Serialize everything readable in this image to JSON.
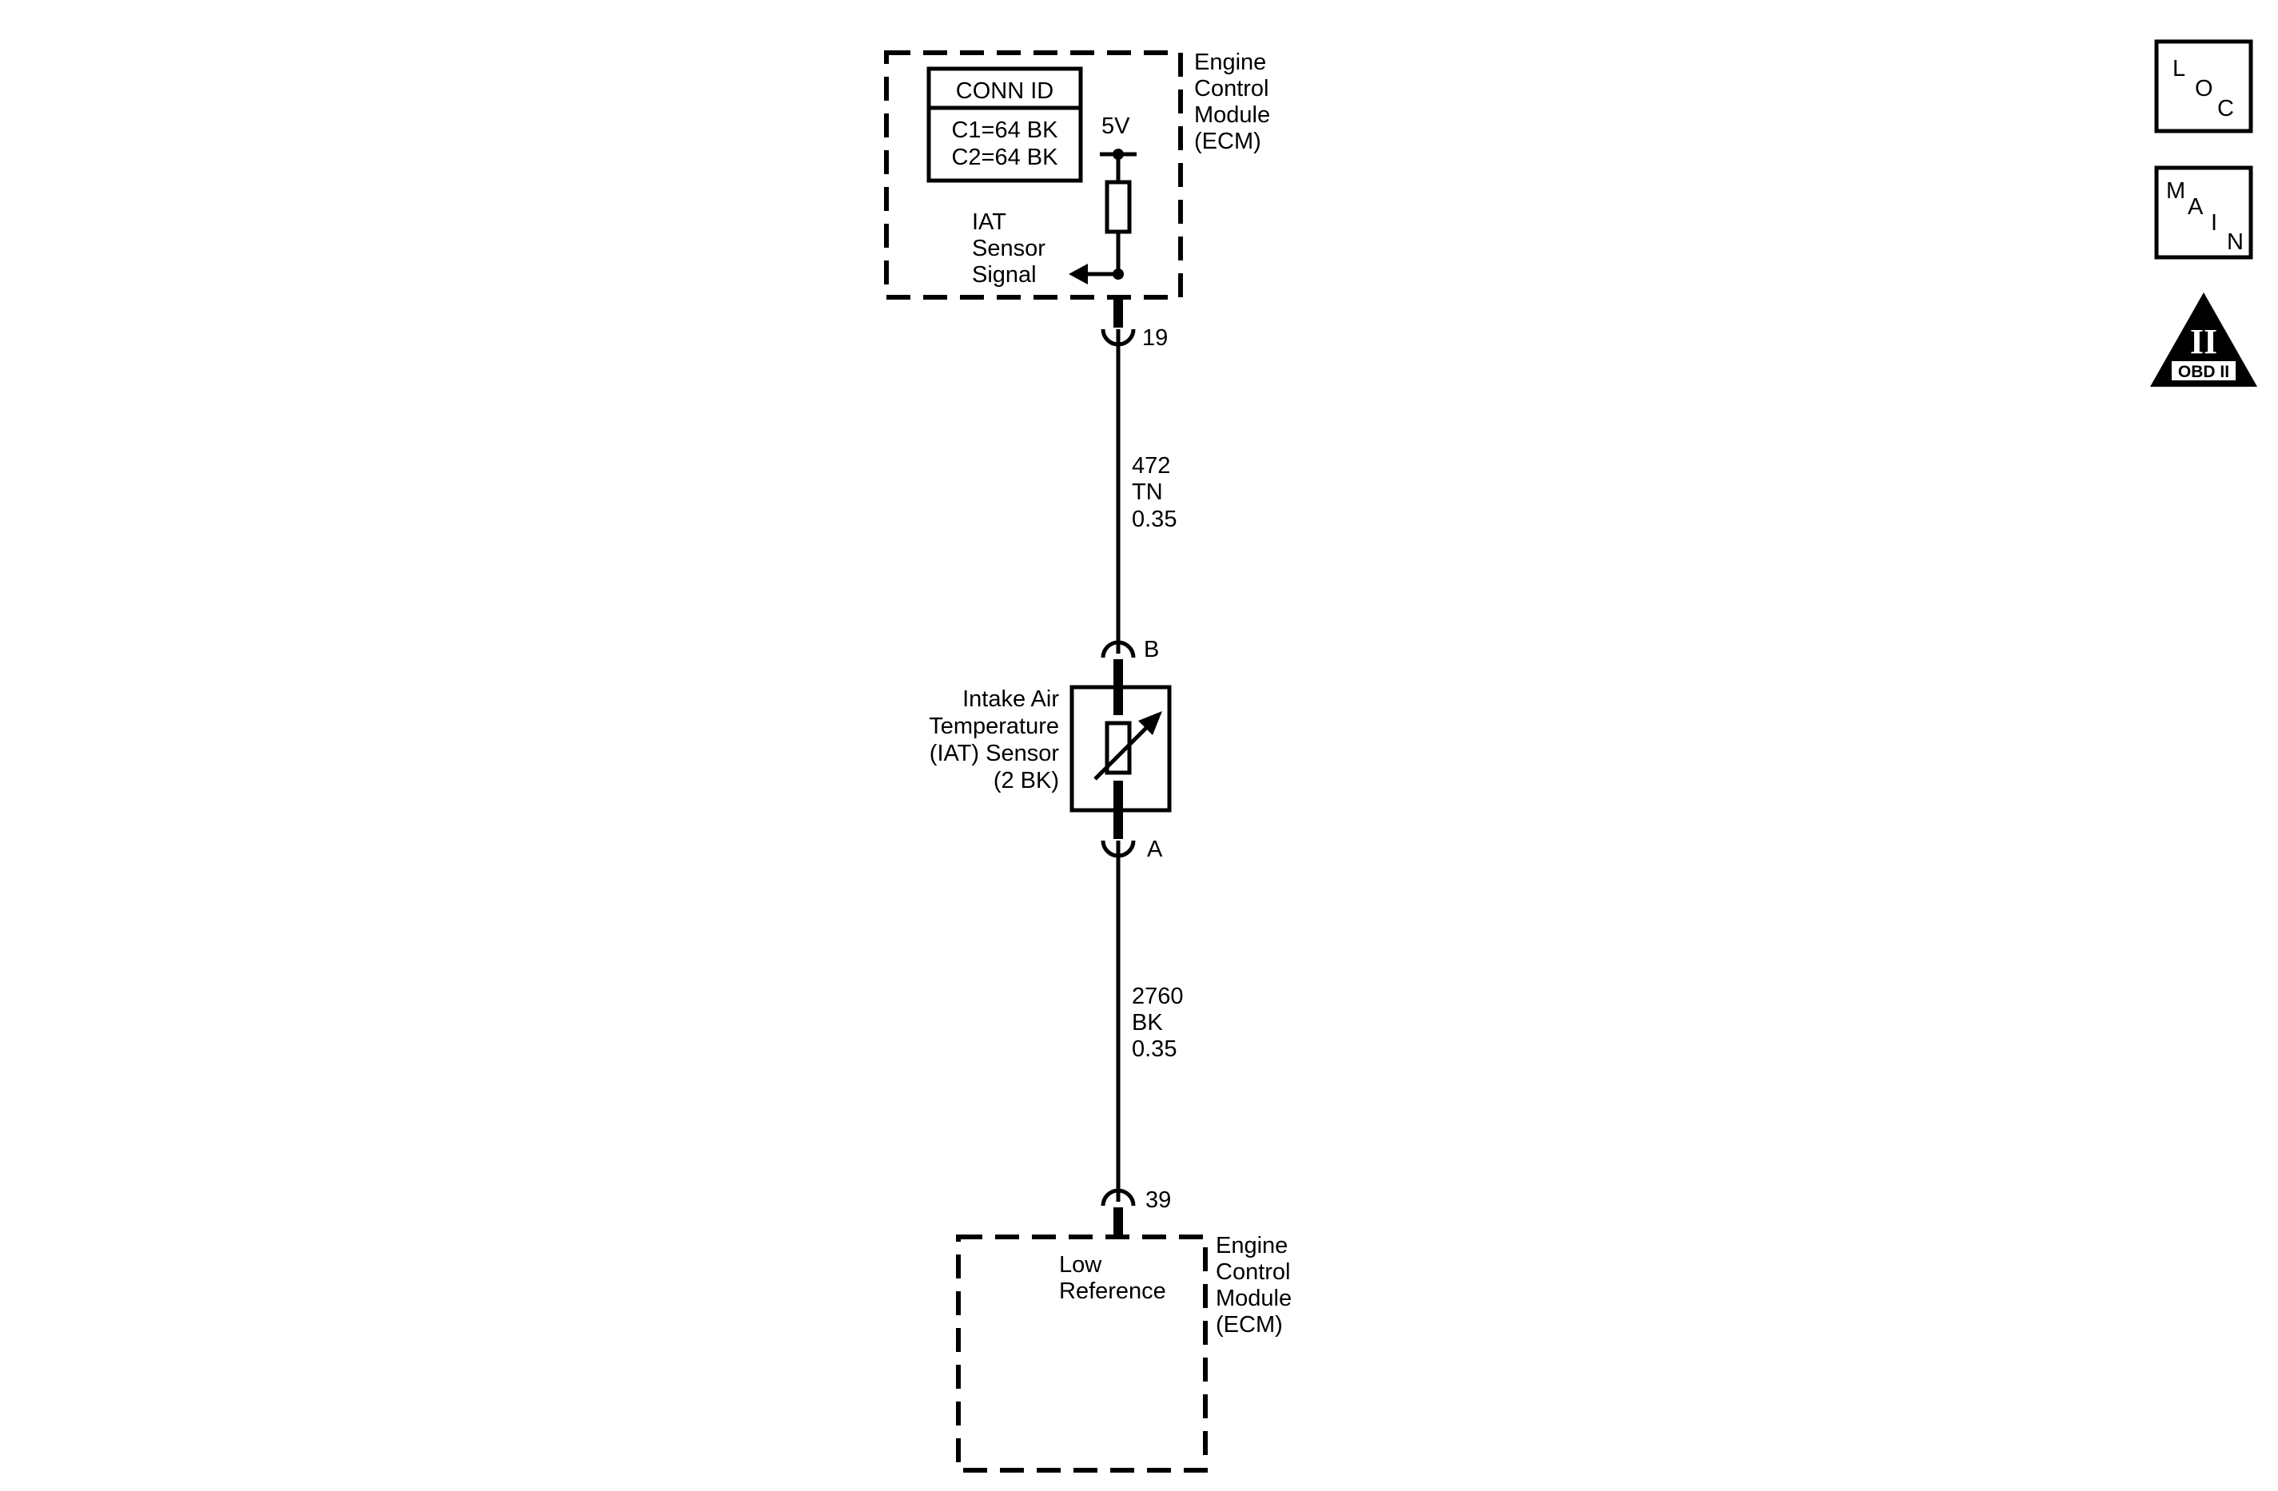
{
  "ecm_top": {
    "name": [
      "Engine",
      "Control",
      "Module",
      "(ECM)"
    ],
    "conn_id": {
      "title": "CONN ID",
      "lines": [
        "C1=64 BK",
        "C2=64 BK"
      ]
    },
    "voltage": "5V",
    "signal_label": [
      "IAT",
      "Sensor",
      "Signal"
    ],
    "pin": "19"
  },
  "wire_signal": {
    "circuit": "472",
    "color": "TN",
    "gauge": "0.35"
  },
  "sensor": {
    "name": [
      "Intake Air",
      "Temperature",
      "(IAT) Sensor",
      "(2 BK)"
    ],
    "pin_top": "B",
    "pin_bottom": "A"
  },
  "wire_ground": {
    "circuit": "2760",
    "color": "BK",
    "gauge": "0.35"
  },
  "ecm_bottom": {
    "name": [
      "Engine",
      "Control",
      "Module",
      "(ECM)"
    ],
    "ref_label": [
      "Low",
      "Reference"
    ],
    "pin": "39"
  },
  "icons": {
    "loc": [
      "L",
      "O",
      "C"
    ],
    "main": [
      "M",
      "A",
      "I",
      "N"
    ],
    "obd": {
      "numeral": "II",
      "text": "OBD II"
    }
  }
}
